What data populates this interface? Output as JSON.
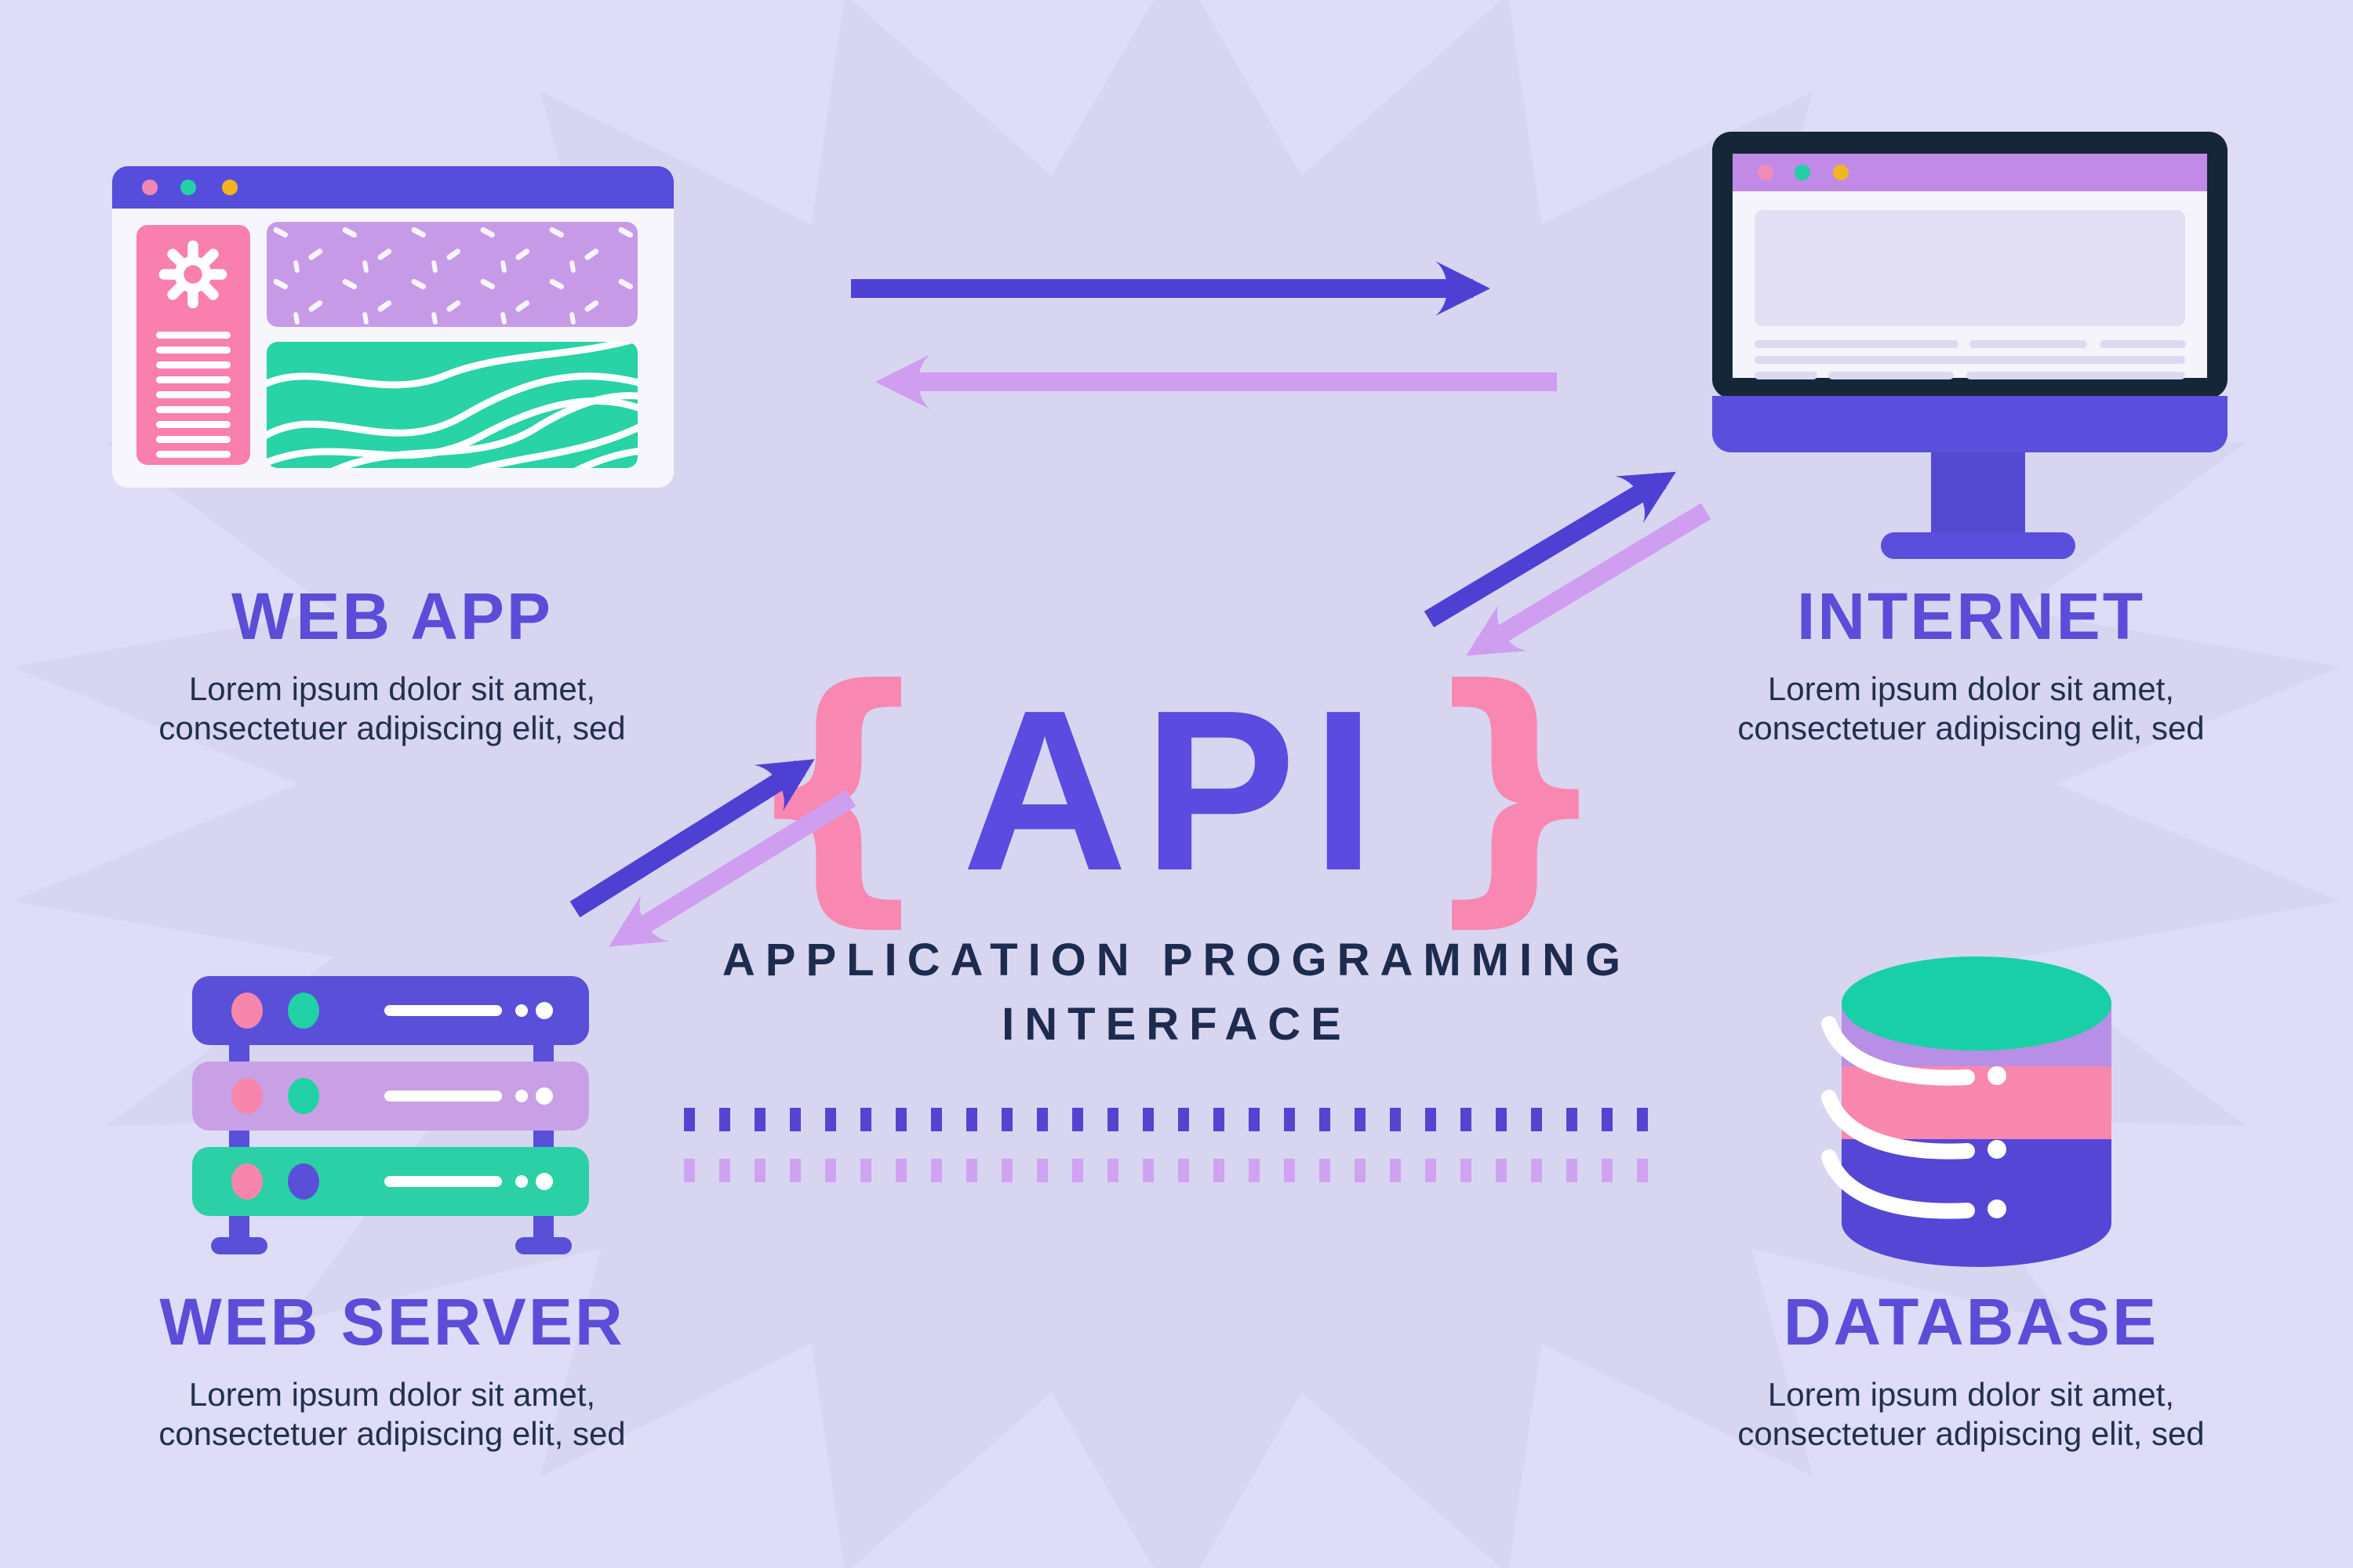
{
  "center": {
    "brace_left": "{",
    "api_label": "API",
    "brace_right": "}",
    "subtitle_line1": "APPLICATION PROGRAMMING",
    "subtitle_line2": "INTERFACE"
  },
  "nodes": {
    "web_app": {
      "label": "WEB APP",
      "caption_line1": "Lorem ipsum dolor sit amet,",
      "caption_line2": "consectetuer adipiscing elit, sed"
    },
    "internet": {
      "label": "INTERNET",
      "caption_line1": "Lorem ipsum dolor sit amet,",
      "caption_line2": "consectetuer adipiscing elit, sed"
    },
    "web_server": {
      "label": "WEB SERVER",
      "caption_line1": "Lorem ipsum dolor sit amet,",
      "caption_line2": "consectetuer adipiscing elit, sed"
    },
    "database": {
      "label": "DATABASE",
      "caption_line1": "Lorem ipsum dolor sit amet,",
      "caption_line2": "consectetuer adipiscing elit, sed"
    }
  },
  "connections": [
    {
      "from": "web_app",
      "to": "internet",
      "style": "solid-arrow",
      "color": "#4f40d4"
    },
    {
      "from": "internet",
      "to": "web_app",
      "style": "solid-arrow",
      "color": "#cf9ef0"
    },
    {
      "from": "api",
      "to": "internet",
      "style": "solid-arrow",
      "color": "#4f40d4"
    },
    {
      "from": "internet",
      "to": "api",
      "style": "solid-arrow",
      "color": "#cf9ef0"
    },
    {
      "from": "web_server",
      "to": "api",
      "style": "solid-arrow",
      "color": "#4f40d4"
    },
    {
      "from": "api",
      "to": "web_server",
      "style": "solid-arrow",
      "color": "#cf9ef0"
    },
    {
      "from": "web_server",
      "to": "database",
      "style": "dotted-line",
      "color": "#5643cf"
    },
    {
      "from": "database",
      "to": "web_server",
      "style": "dotted-line",
      "color": "#d0a2f2"
    }
  ],
  "palette": {
    "background": "#dedcf7",
    "starburst": "#d5d1ee",
    "purple": "#5a4fd9",
    "light_purple": "#c79ae8",
    "pink": "#f887ae",
    "green": "#22d1a6",
    "yellow": "#f2b31e",
    "navy_frame": "#152639",
    "text_dark": "#1d2b4e",
    "title_purple": "#5b4dd8",
    "arrow_purple": "#4f40d4",
    "arrow_lilac": "#cf9ef0"
  },
  "icons": {
    "traffic-dots": "three colored window dots (pink, green, yellow)",
    "gear-icon": "white gear on pink sidebar"
  }
}
